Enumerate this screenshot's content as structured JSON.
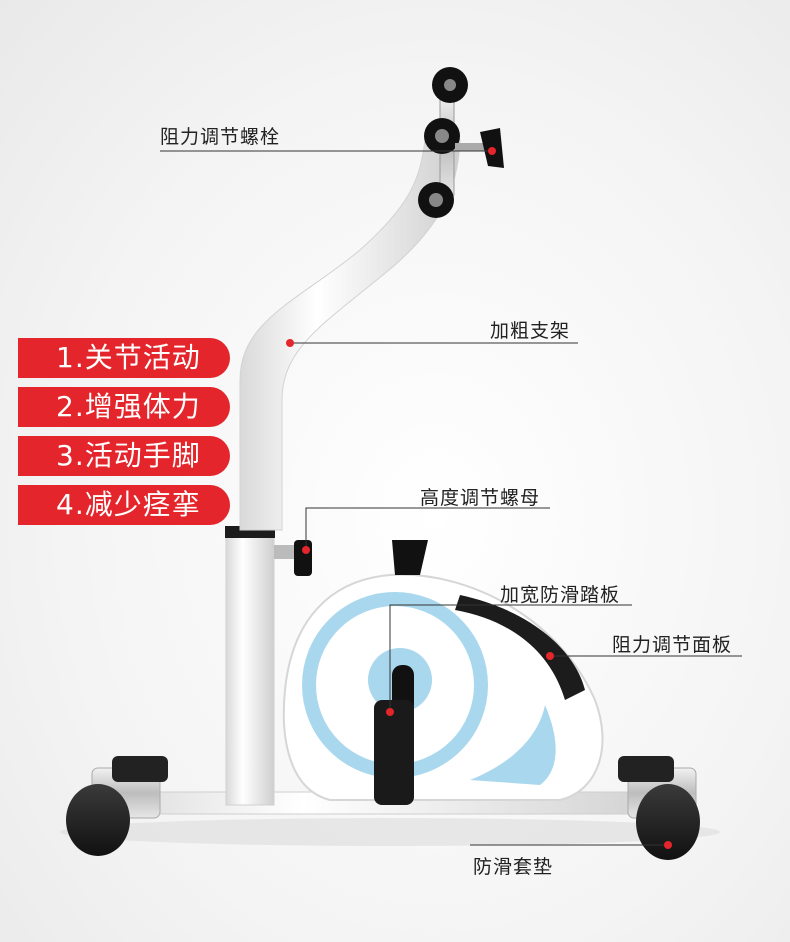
{
  "benefits": [
    {
      "text": "1.关节活动"
    },
    {
      "text": "2.增强体力"
    },
    {
      "text": "3.活动手脚"
    },
    {
      "text": "4.减少痉挛"
    }
  ],
  "callouts": {
    "resistance_bolt": "阻力调节螺栓",
    "thick_frame": "加粗支架",
    "height_nut": "高度调节螺母",
    "wide_pedal": "加宽防滑踏板",
    "resistance_panel": "阻力调节面板",
    "anti_slip_pad": "防滑套垫"
  },
  "colors": {
    "badge_red": "#e4252b",
    "frame_white": "#ffffff",
    "accent_blue": "#a9d8ee",
    "rubber_black": "#1c1c1c",
    "marker_red": "#e4252b"
  }
}
